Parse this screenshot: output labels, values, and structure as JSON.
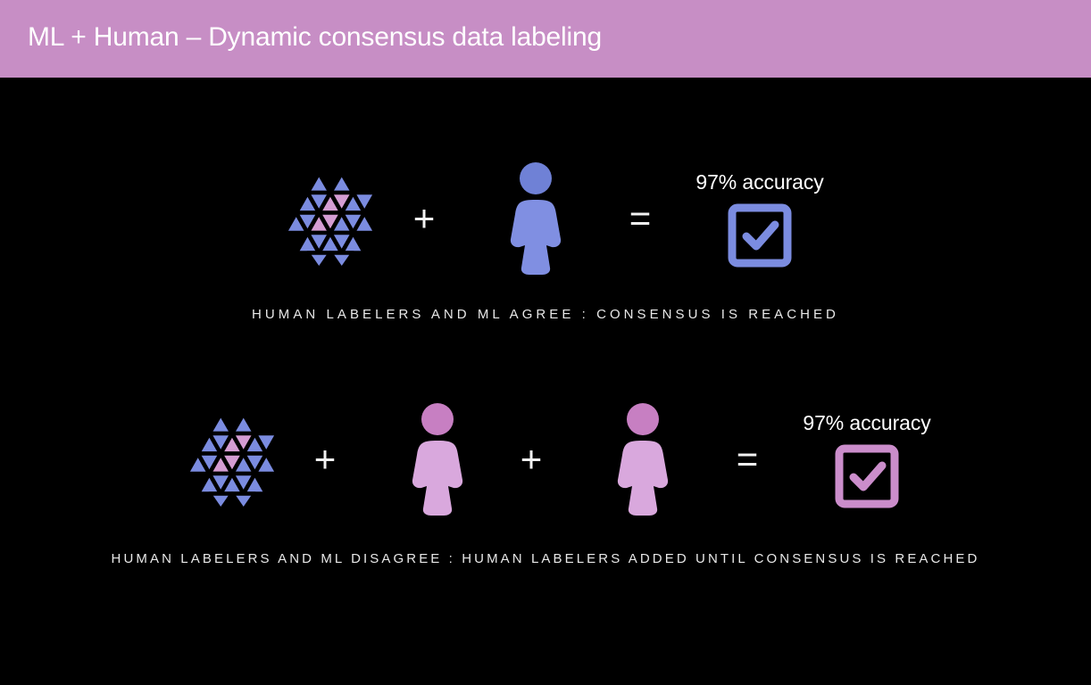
{
  "header": {
    "title": "ML + Human – Dynamic consensus data labeling",
    "background_color": "#c78ec5",
    "text_color": "#ffffff"
  },
  "slide": {
    "background_color": "#000000"
  },
  "colors": {
    "ml_blue": "#7b8ce0",
    "ml_pink": "#d59dd3",
    "person_blue_head": "#6f81d6",
    "person_blue_body": "#808fe2",
    "person_pink_head": "#c77fc2",
    "person_pink_body": "#d9a8dd",
    "check_blue": "#7b8ce0",
    "check_pink": "#cb8dcb",
    "operator_white": "#f2f2f2",
    "caption_white": "#e8e8e8"
  },
  "rows": [
    {
      "id": "consensus-reached",
      "operators": [
        "+",
        "="
      ],
      "accuracy_label": "97% accuracy",
      "caption": "HUMAN LABELERS AND ML AGREE : CONSENSUS IS REACHED",
      "icons": {
        "ml_logo": "ml-hexagon-logo-icon",
        "person": "person-icon",
        "result": "checked-checkbox-icon"
      },
      "person_count": 1,
      "accent": "blue"
    },
    {
      "id": "consensus-not-reached",
      "operators": [
        "+",
        "+",
        "="
      ],
      "accuracy_label": "97% accuracy",
      "caption": "HUMAN LABELERS AND ML DISAGREE : HUMAN LABELERS ADDED UNTIL CONSENSUS IS REACHED",
      "icons": {
        "ml_logo": "ml-hexagon-logo-icon",
        "person": "person-icon",
        "result": "checked-checkbox-icon"
      },
      "person_count": 2,
      "accent": "pink"
    }
  ]
}
